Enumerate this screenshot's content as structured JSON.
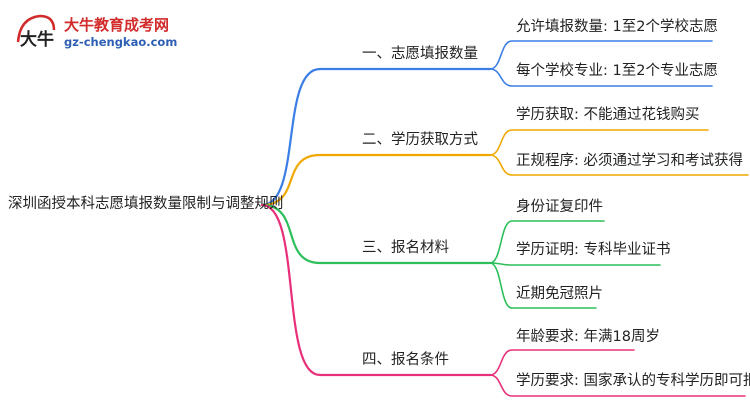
{
  "logo": {
    "title": "大牛教育成考网",
    "url": "gz-chengkao.com",
    "mark_text": "大牛"
  },
  "mindmap": {
    "root": "深圳函授本科志愿填报数量限制与调整规则",
    "branches": [
      {
        "label": "一、志愿填报数量",
        "color": "#3a7ee6",
        "children": [
          "允许填报数量: 1至2个学校志愿",
          "每个学校专业: 1至2个专业志愿"
        ]
      },
      {
        "label": "二、学历获取方式",
        "color": "#f0a800",
        "children": [
          "学历获取: 不能通过花钱购买",
          "正规程序: 必须通过学习和考试获得"
        ]
      },
      {
        "label": "三、报名材料",
        "color": "#2cbf5a",
        "children": [
          "身份证复印件",
          "学历证明: 专科毕业证书",
          "近期免冠照片"
        ]
      },
      {
        "label": "四、报名条件",
        "color": "#e8307a",
        "children": [
          "年龄要求: 年满18周岁",
          "学历要求: 国家承认的专科学历即可报考"
        ]
      }
    ]
  }
}
